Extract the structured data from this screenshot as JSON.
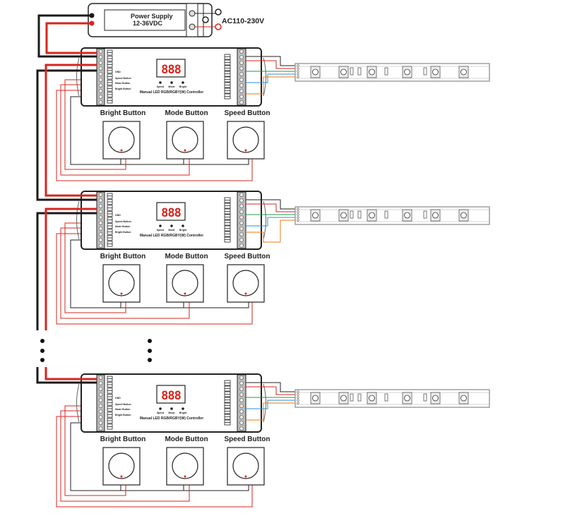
{
  "power_supply": {
    "line1": "Power Supply",
    "line2": "12-36VDC",
    "ac_label": "AC110-230V"
  },
  "controller": {
    "title": "Manual LED RGB/RGBY(W) Controller",
    "display": "888",
    "indicators": [
      "Speed",
      "Mode",
      "Bright"
    ],
    "terminal_labels": [
      "GND",
      "Speed Button",
      "Mode Button",
      "Bright Button"
    ]
  },
  "buttons": [
    "Bright Button",
    "Mode Button",
    "Speed Button"
  ],
  "colors": {
    "power_positive": "#d7261e",
    "power_negative": "#1a1a1a",
    "channel_red": "#d7261e",
    "channel_green": "#1f9a4a",
    "channel_blue": "#2a8fd6",
    "channel_white": "#e87a12",
    "display_digits": "#d7261e"
  }
}
